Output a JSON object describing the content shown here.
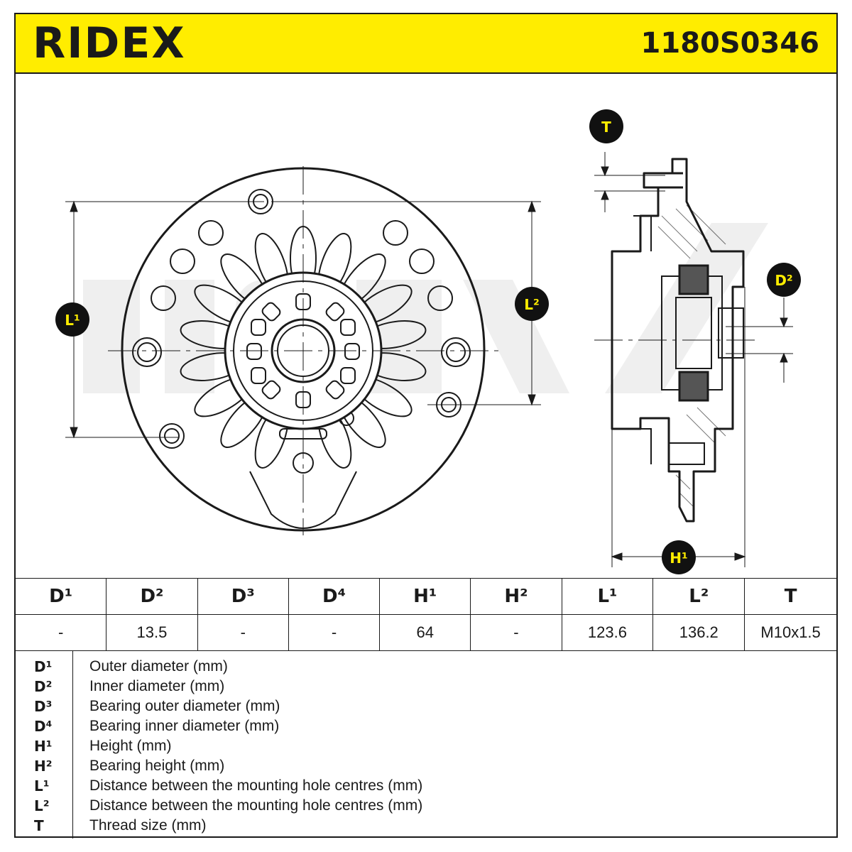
{
  "header": {
    "brand": "RIDEX",
    "part_number": "1180S0346",
    "background": "#ffed00"
  },
  "callouts": {
    "T": "T",
    "D2": "D²",
    "L1": "L¹",
    "L2": "L²",
    "H1": "H¹"
  },
  "spec_table": {
    "columns": [
      "D¹",
      "D²",
      "D³",
      "D⁴",
      "H¹",
      "H²",
      "L¹",
      "L²",
      "T"
    ],
    "values": [
      "-",
      "13.5",
      "-",
      "-",
      "64",
      "-",
      "123.6",
      "136.2",
      "M10x1.5"
    ]
  },
  "legend": [
    {
      "symbol": "D¹",
      "text": "Outer diameter (mm)"
    },
    {
      "symbol": "D²",
      "text": "Inner diameter (mm)"
    },
    {
      "symbol": "D³",
      "text": "Bearing outer diameter (mm)"
    },
    {
      "symbol": "D⁴",
      "text": "Bearing inner diameter (mm)"
    },
    {
      "symbol": "H¹",
      "text": "Height (mm)"
    },
    {
      "symbol": "H²",
      "text": "Bearing height (mm)"
    },
    {
      "symbol": "L¹",
      "text": "Distance between the mounting hole centres (mm)"
    },
    {
      "symbol": "L²",
      "text": "Distance between the mounting hole centres (mm)"
    },
    {
      "symbol": "T",
      "text": "Thread size (mm)"
    }
  ]
}
